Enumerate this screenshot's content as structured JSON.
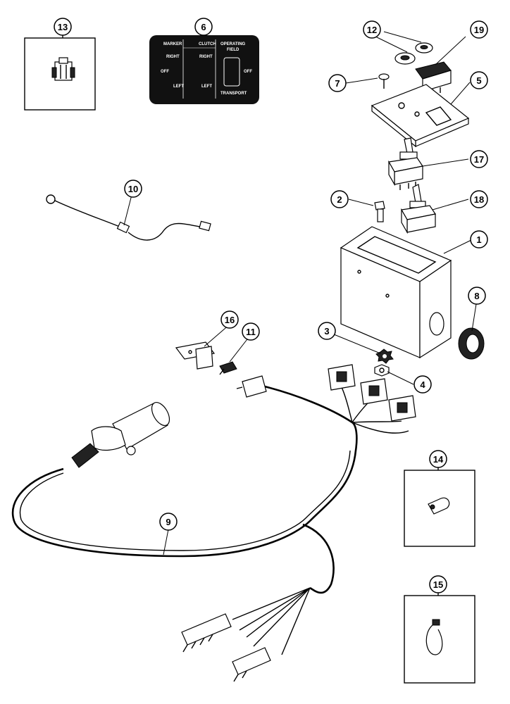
{
  "callouts": [
    {
      "id": "c1",
      "label": "1"
    },
    {
      "id": "c2",
      "label": "2"
    },
    {
      "id": "c3",
      "label": "3"
    },
    {
      "id": "c4",
      "label": "4"
    },
    {
      "id": "c5",
      "label": "5"
    },
    {
      "id": "c6",
      "label": "6"
    },
    {
      "id": "c7",
      "label": "7"
    },
    {
      "id": "c8",
      "label": "8"
    },
    {
      "id": "c9",
      "label": "9"
    },
    {
      "id": "c10",
      "label": "10"
    },
    {
      "id": "c11",
      "label": "11"
    },
    {
      "id": "c12",
      "label": "12"
    },
    {
      "id": "c13",
      "label": "13"
    },
    {
      "id": "c14",
      "label": "14"
    },
    {
      "id": "c15",
      "label": "15"
    },
    {
      "id": "c16",
      "label": "16"
    },
    {
      "id": "c17",
      "label": "17"
    },
    {
      "id": "c18",
      "label": "18"
    },
    {
      "id": "c19",
      "label": "19"
    }
  ],
  "decal": {
    "marker": "MARKER",
    "clutch": "CLUTCH",
    "operating": "OPERATING",
    "field": "FIELD",
    "right_1": "RIGHT",
    "right_2": "RIGHT",
    "off_1": "OFF",
    "off_2": "OFF",
    "left_1": "LEFT",
    "left_2": "LEFT",
    "transport": "TRANSPORT"
  },
  "colors": {
    "ink": "#000000",
    "paper": "#ffffff",
    "decal": "#111111"
  }
}
